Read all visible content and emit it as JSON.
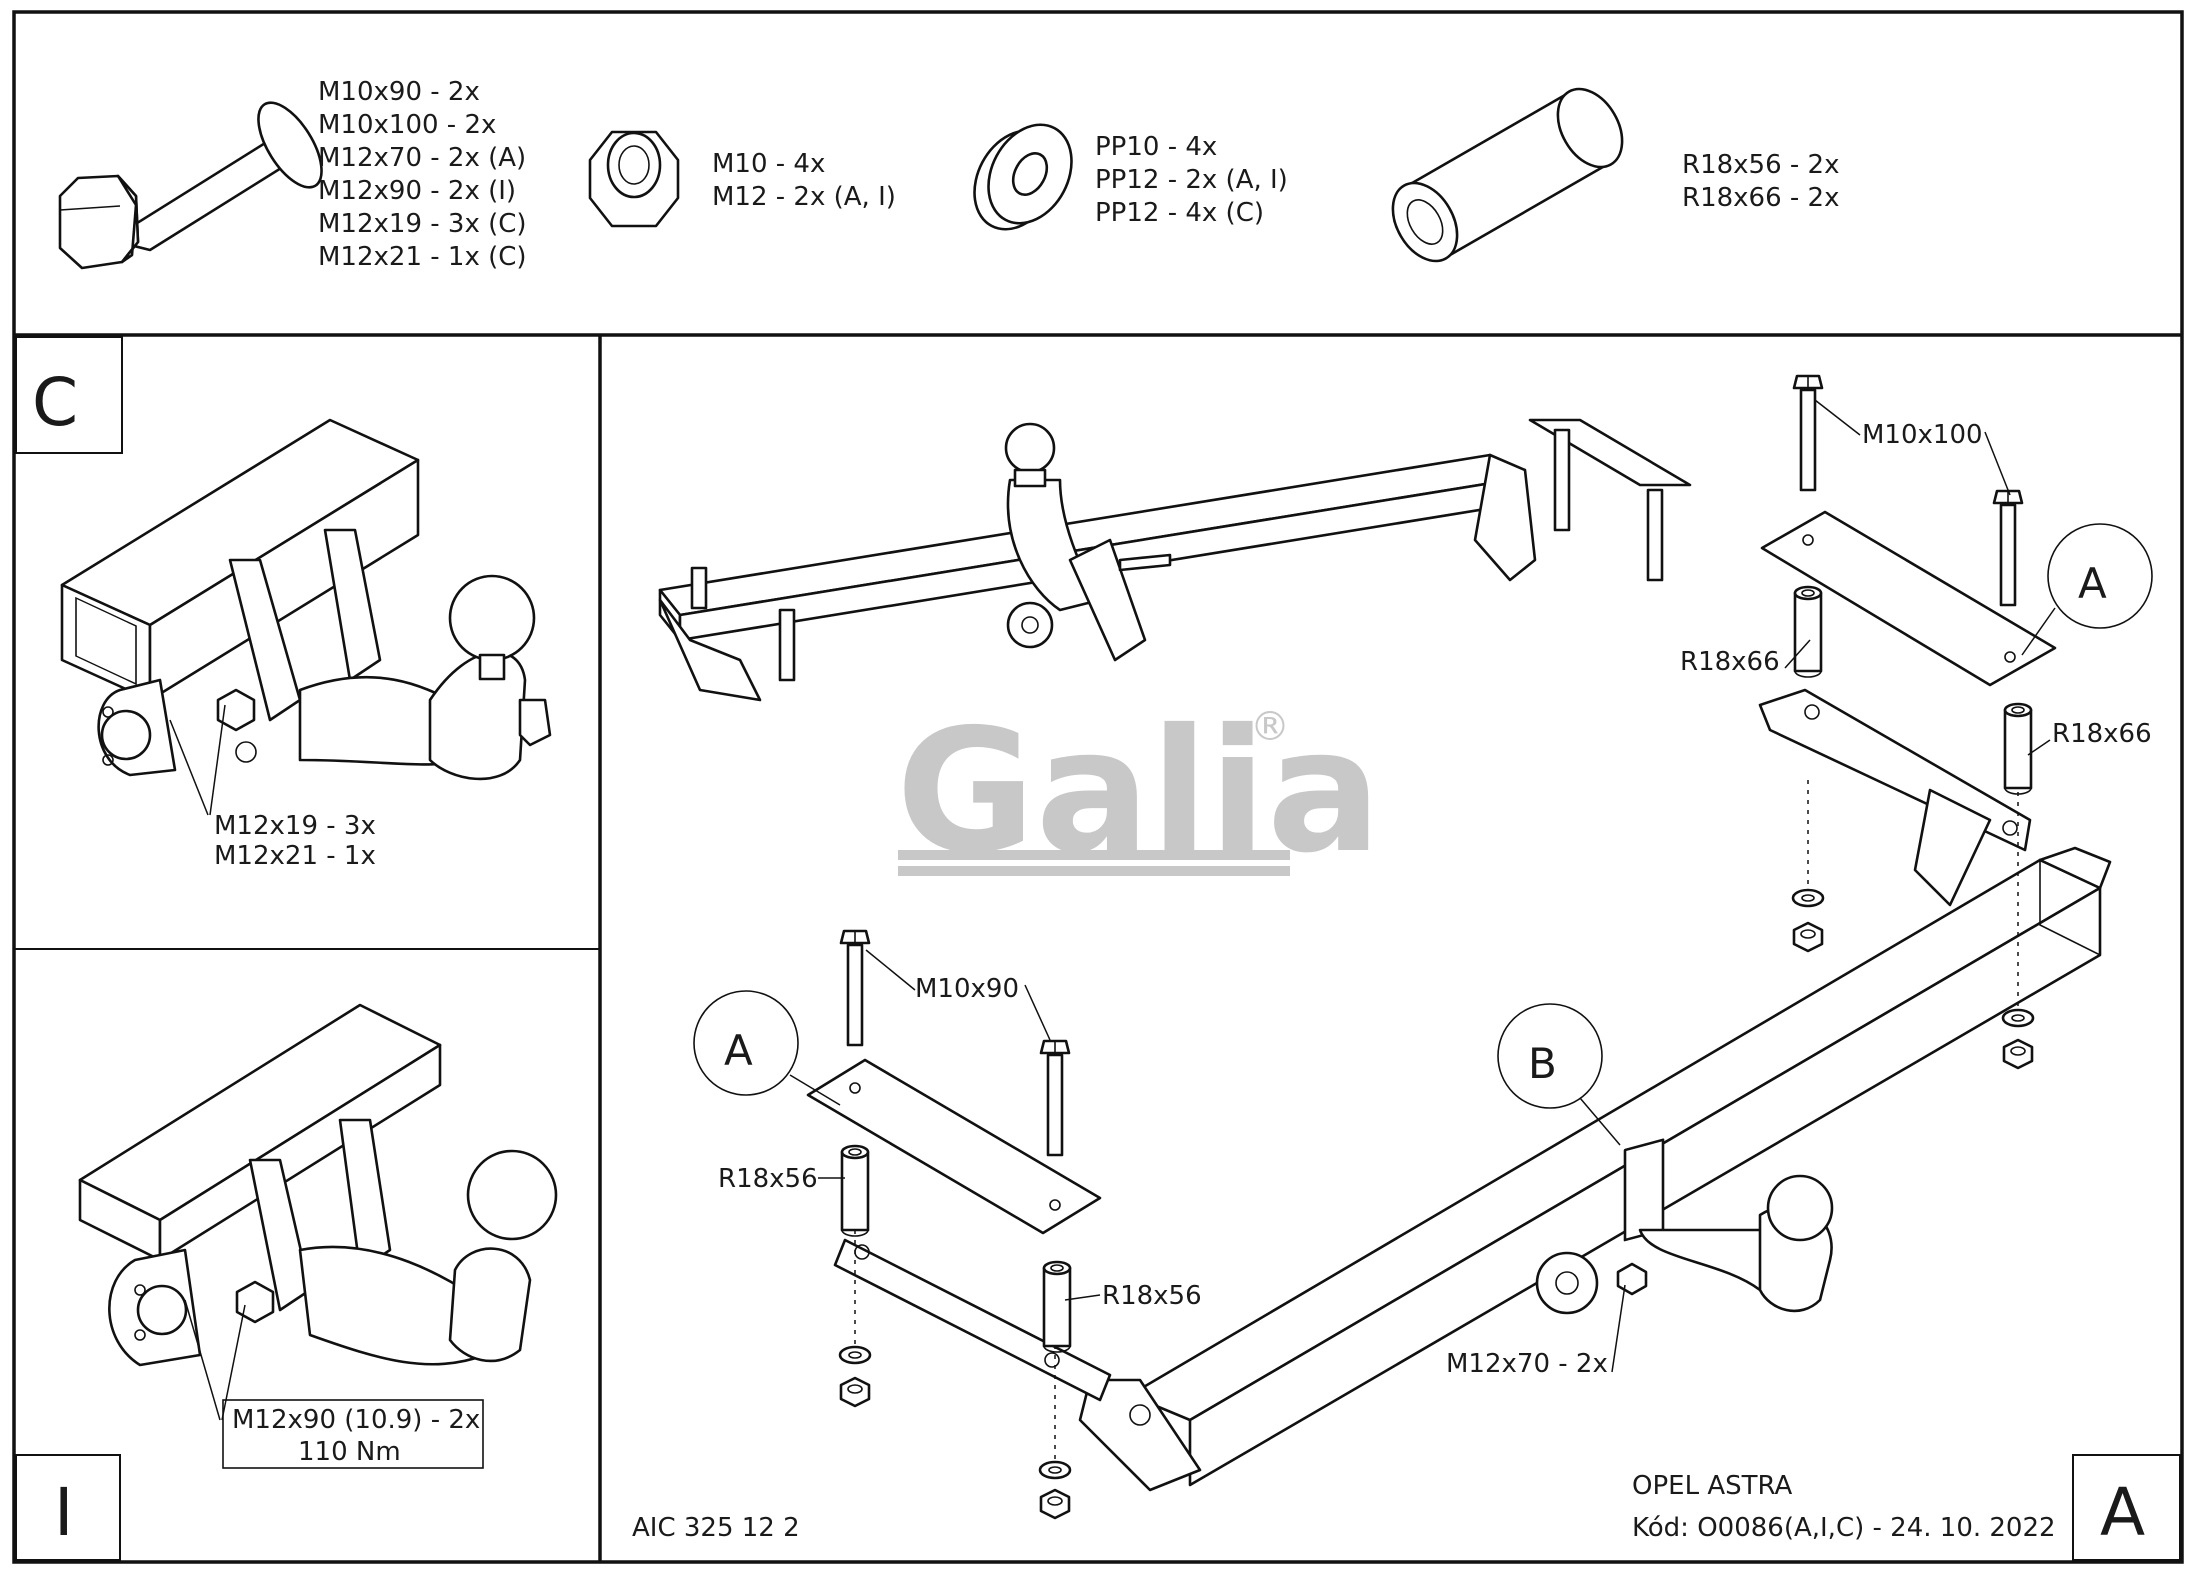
{
  "hardware": {
    "bolts": [
      "M10x90 - 2x",
      "M10x100 - 2x",
      "M12x70 - 2x (A)",
      "M12x90 - 2x (I)",
      "M12x19 - 3x (C)",
      "M12x21 - 1x (C)"
    ],
    "nuts": [
      "M10 - 4x",
      "M12 - 2x (A, I)"
    ],
    "washers": [
      "PP10 - 4x",
      "PP12 - 2x (A, I)",
      "PP12 - 4x (C)"
    ],
    "spacers": [
      "R18x56 - 2x",
      "R18x66 - 2x"
    ]
  },
  "panel_c": {
    "letter": "C",
    "callouts": [
      "M12x19 - 3x",
      "M12x21 - 1x"
    ]
  },
  "panel_i": {
    "letter": "I",
    "callout_lines": [
      "M12x90 (10.9) - 2x",
      "110 Nm"
    ]
  },
  "main": {
    "panel_letter": "A",
    "callouts": {
      "m10x100": "M10x100",
      "r18x66_left": "R18x66",
      "r18x66_right": "R18x66",
      "m10x90": "M10x90",
      "r18x56_left": "R18x56",
      "r18x56_right": "R18x56",
      "m12x70": "M12x70 - 2x",
      "bubble_a_right": "A",
      "bubble_a_left": "A",
      "bubble_b": "B"
    },
    "logo": {
      "text": "Galia",
      "reg": "®"
    },
    "product_code": "AIC 325 12 2",
    "vehicle": "OPEL ASTRA",
    "code_line": "Kód: O0086(A,I,C) - 24. 10. 2022"
  },
  "colors": {
    "line": "#111111",
    "logo": "#c8c8c8",
    "paper": "#ffffff"
  }
}
